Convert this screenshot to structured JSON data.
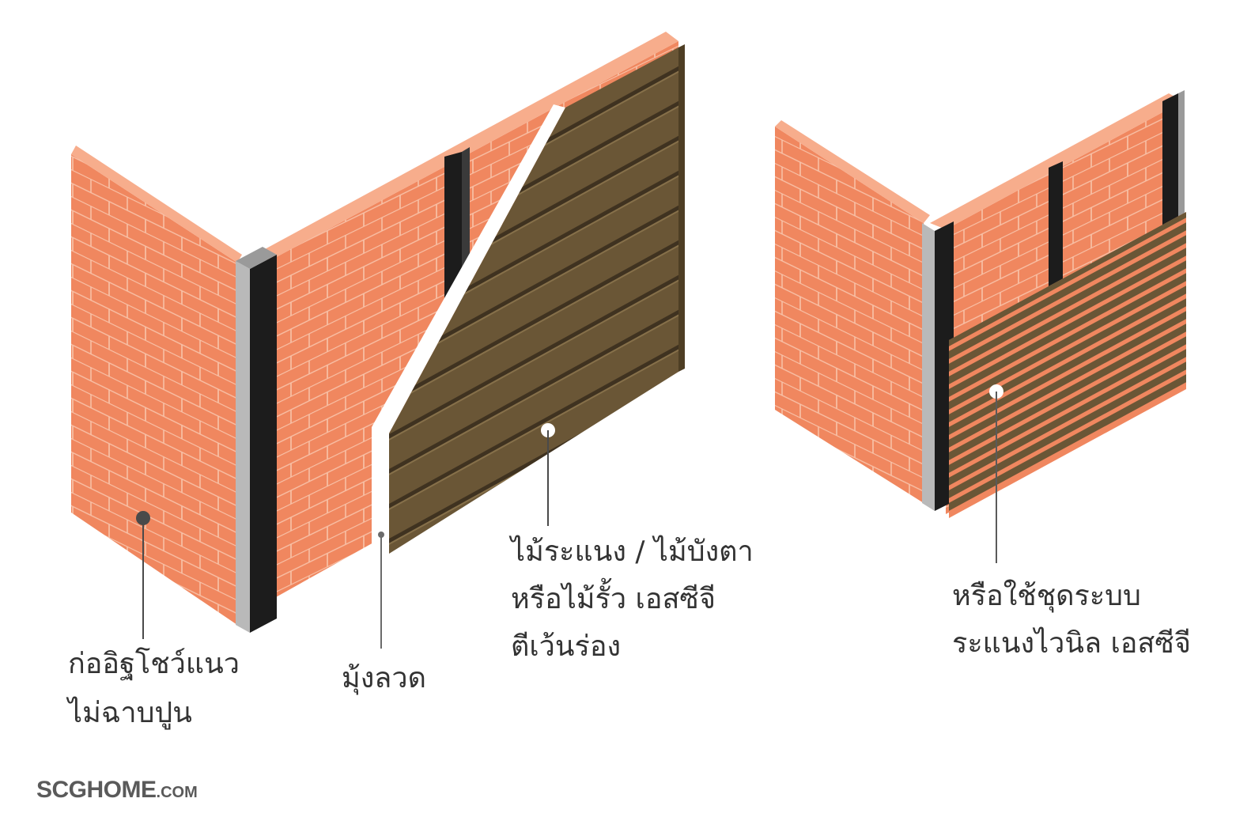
{
  "labels": {
    "masonry_line1": "ก่ออิฐโชว์แนว",
    "masonry_line2": "ไม่ฉาบปูน",
    "wire_mesh": "มุ้งลวด",
    "slats_line1": "ไม้ระแนง / ไม้บังตา",
    "slats_line2": "หรือไม้รั้ว เอสซีจี",
    "slats_line3": "ตีเว้นร่อง",
    "vinyl_line1": "หรือใช้ชุดระบบ",
    "vinyl_line2": "ระแนงไวนิล เอสซีจี"
  },
  "brand": {
    "main": "SCGHOME",
    "suffix": ".COM"
  },
  "colors": {
    "brick": "#f0875f",
    "brick_top": "#f7ad8c",
    "mortar": "#f8c2a8",
    "post": "#1c1c1c",
    "post_edge": "#b9b9b9",
    "wood": "#6a5636",
    "wood_edge": "#4e3e24",
    "text": "#333333"
  }
}
